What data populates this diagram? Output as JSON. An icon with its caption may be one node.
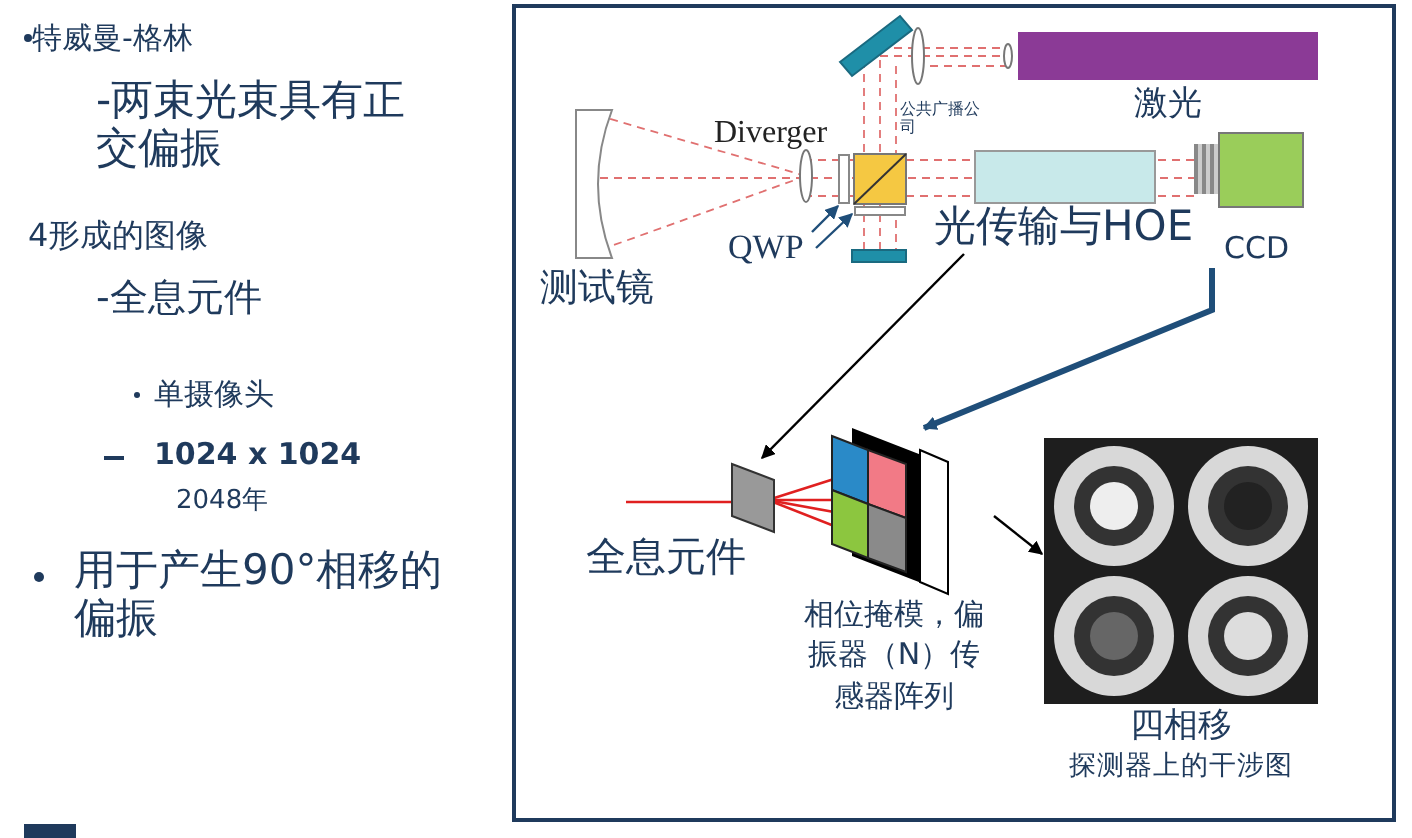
{
  "diagram": {
    "nodes": [
      {
        "text": [
          "激光"
        ]
      },
      {
        "text": [
          "测试镜"
        ]
      },
      {
        "text": [],
        "shape": "box"
      },
      {
        "text": [
          "光传输与HOE"
        ]
      },
      {
        "text": [
          "CCD"
        ]
      },
      {
        "text": [],
        "shape": "box"
      },
      {
        "text": [
          "QWP"
        ]
      },
      {
        "text": [
          "全息元件"
        ]
      },
      {
        "text": [
          "相位掩模，偏振器（N）传感器阵列"
        ]
      },
      {
        "text": [
          "四相移",
          "探测器上的干涉图"
        ]
      }
    ],
    "edges": [
      {
        "from": 6,
        "to": 2,
        "arrow": "to"
      },
      {
        "from": 6,
        "to": 5,
        "arrow": "to"
      },
      {
        "from": 3,
        "to": 7,
        "arrow": "to",
        "color": "#000000"
      },
      {
        "from": 4,
        "to": 8,
        "arrow": "to",
        "style": "thick"
      },
      {
        "from": 8,
        "to": 9,
        "arrow": "to",
        "color": "#000000"
      }
    ],
    "labels": [
      "特威曼-格林",
      "-两束光束具有正交偏振",
      "4形成的图像",
      "-全息元件",
      "单摄像头",
      "1024 x 1024",
      "2048年",
      "用于产生90°相移的偏振",
      "公共广播公司",
      "Diverger"
    ]
  }
}
